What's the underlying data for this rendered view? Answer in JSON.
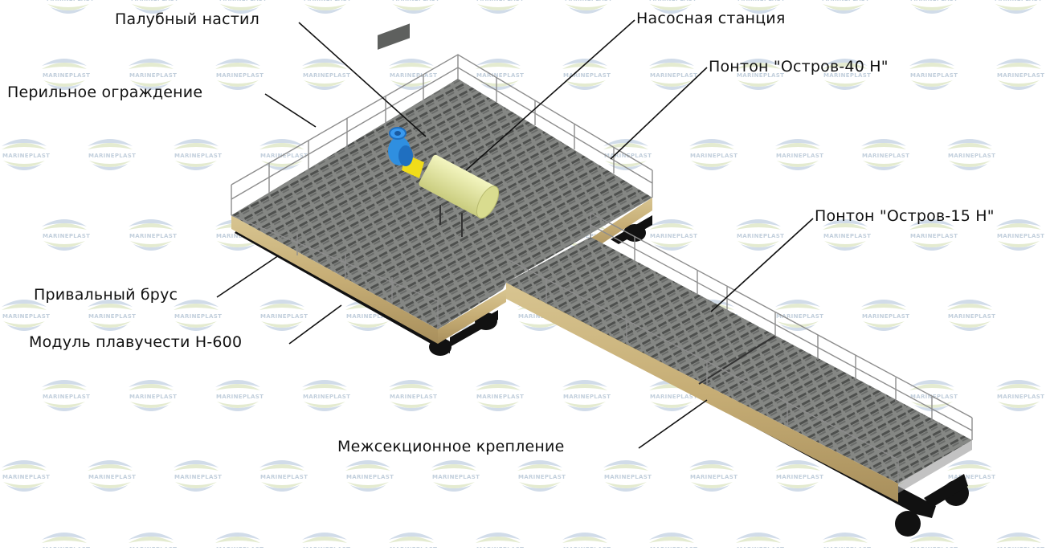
{
  "diagram": {
    "type": "annotated-3d-render",
    "subject": "Плавучая насосная станция на понтонах",
    "watermark": {
      "text": "MARINEPLAST",
      "colors": {
        "wave_blue": "#c9d6e6",
        "wave_green": "#dfe8c8",
        "text": "#b8c7d6"
      }
    },
    "colors": {
      "deck": "#7d7f7d",
      "deck_dark": "#5a5c5a",
      "wood_rail": "#c9b27e",
      "float": "#111111",
      "railing": "#9a9a9a",
      "pump_blue": "#2f8fe0",
      "pump_shaft": "#f0dc1a",
      "motor": "#e8eba2",
      "leader_line": "#111111"
    },
    "labels": [
      {
        "id": "deck",
        "text": "Палубный настил"
      },
      {
        "id": "railing",
        "text": "Перильное ограждение"
      },
      {
        "id": "pump",
        "text": "Насосная станция"
      },
      {
        "id": "pontoon40",
        "text": "Понтон \"Остров-40 Н\""
      },
      {
        "id": "pontoon15",
        "text": "Понтон \"Остров-15 Н\""
      },
      {
        "id": "fender",
        "text": "Привальный брус"
      },
      {
        "id": "float",
        "text": "Модуль плавучести Н-600"
      },
      {
        "id": "connector",
        "text": "Межсекционное крепление"
      }
    ]
  }
}
